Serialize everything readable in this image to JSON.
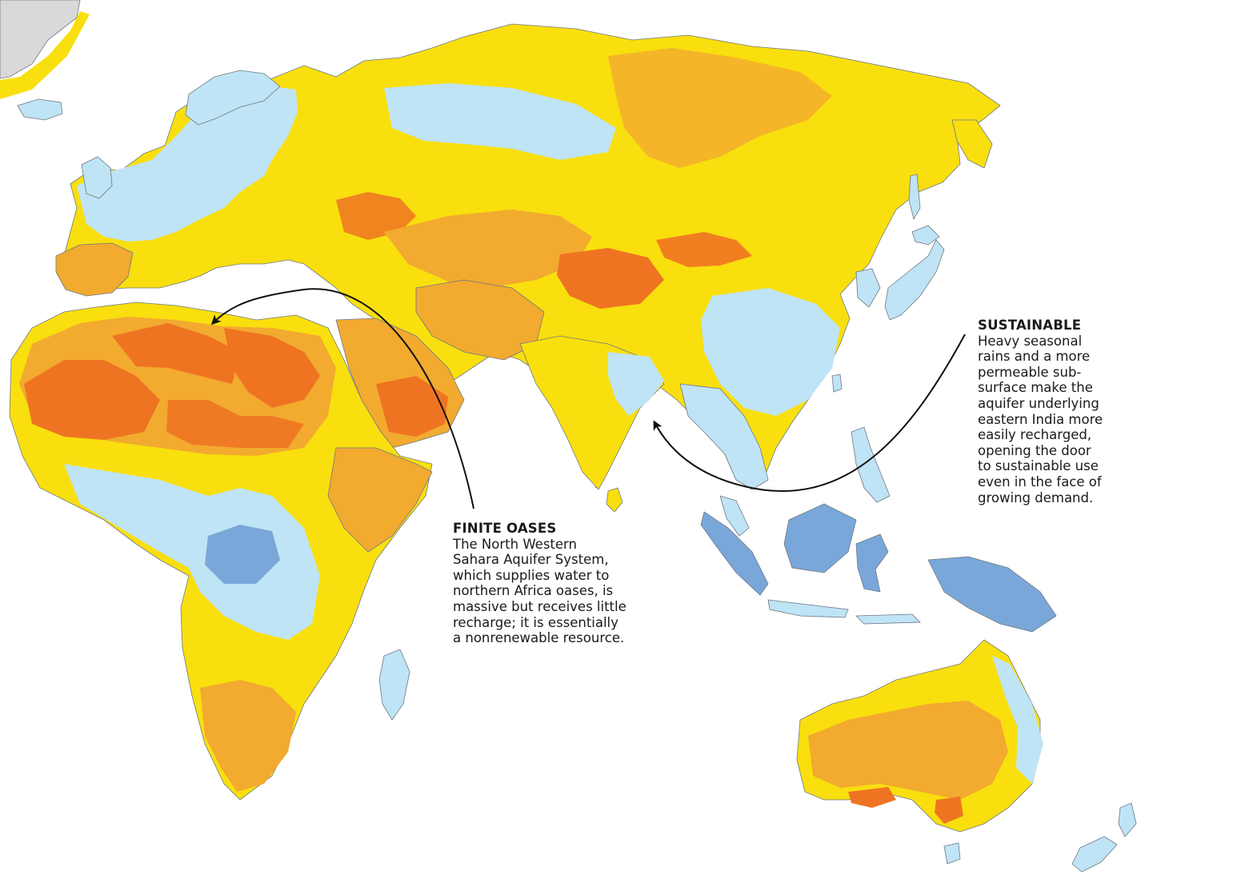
{
  "colors": {
    "ocean": "#ffffff",
    "land_ice": "#d9d9d9",
    "very_high": "#7aa7d9",
    "high": "#bfe4f5",
    "moderate": "#f9df0e",
    "low": "#f2aa2f",
    "very_low": "#ef7422",
    "border": "#6e7785",
    "arrow": "#111111"
  },
  "callouts": {
    "finite_oases": {
      "title": "FINITE OASES",
      "body": "The North Western\nSahara Aquifer System,\nwhich supplies water to\nnorthern Africa oases, is\nmassive but receives little\nrecharge; it is essentially\na nonrenewable resource."
    },
    "sustainable": {
      "title": "SUSTAINABLE",
      "body": "Heavy seasonal\nrains and a more\npermeable sub-\nsurface make the\naquifer underlying\neastern India more\neasily recharged,\nopening the door\nto sustainable use\neven in the face of\ngrowing demand."
    }
  }
}
